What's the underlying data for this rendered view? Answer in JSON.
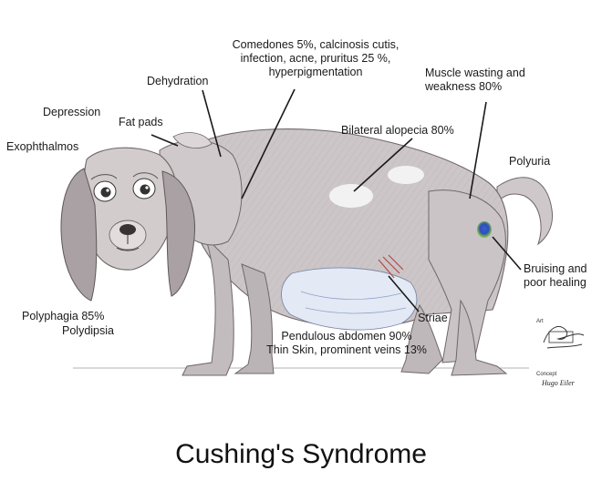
{
  "title": "Cushing's Syndrome",
  "labels": {
    "comedones_line1": "Comedones 5%, calcinosis cutis,",
    "comedones_line2": "infection, acne, pruritus 25 %,",
    "comedones_line3": "hyperpigmentation",
    "dehydration": "Dehydration",
    "depression": "Depression",
    "fat_pads": "Fat pads",
    "exophthalmos": "Exophthalmos",
    "muscle_line1": "Muscle wasting and",
    "muscle_line2": "weakness 80%",
    "bilateral_alopecia": "Bilateral alopecia 80%",
    "polyuria": "Polyuria",
    "bruising_line1": "Bruising and",
    "bruising_line2": "poor healing",
    "polyphagia": "Polyphagia 85%",
    "polydipsia": "Polydipsia",
    "striae": "Striae",
    "pendulous_abdomen": "Pendulous abdomen 90%",
    "thin_skin": "Thin Skin, prominent veins 13%"
  },
  "credits": {
    "art": "Art",
    "concept": "Concept",
    "concept_author": "Hugo Eiler"
  },
  "colors": {
    "ink": "#1a1a1a",
    "fur": "#c9c2c4",
    "fur_shadow": "#8f8789",
    "alopecia": "#f4f4f6",
    "abdomen": "#e6ecf7",
    "bruise_blue": "#2f4fb8",
    "bruise_green": "#7cc04a",
    "striae": "#b04a4a"
  }
}
